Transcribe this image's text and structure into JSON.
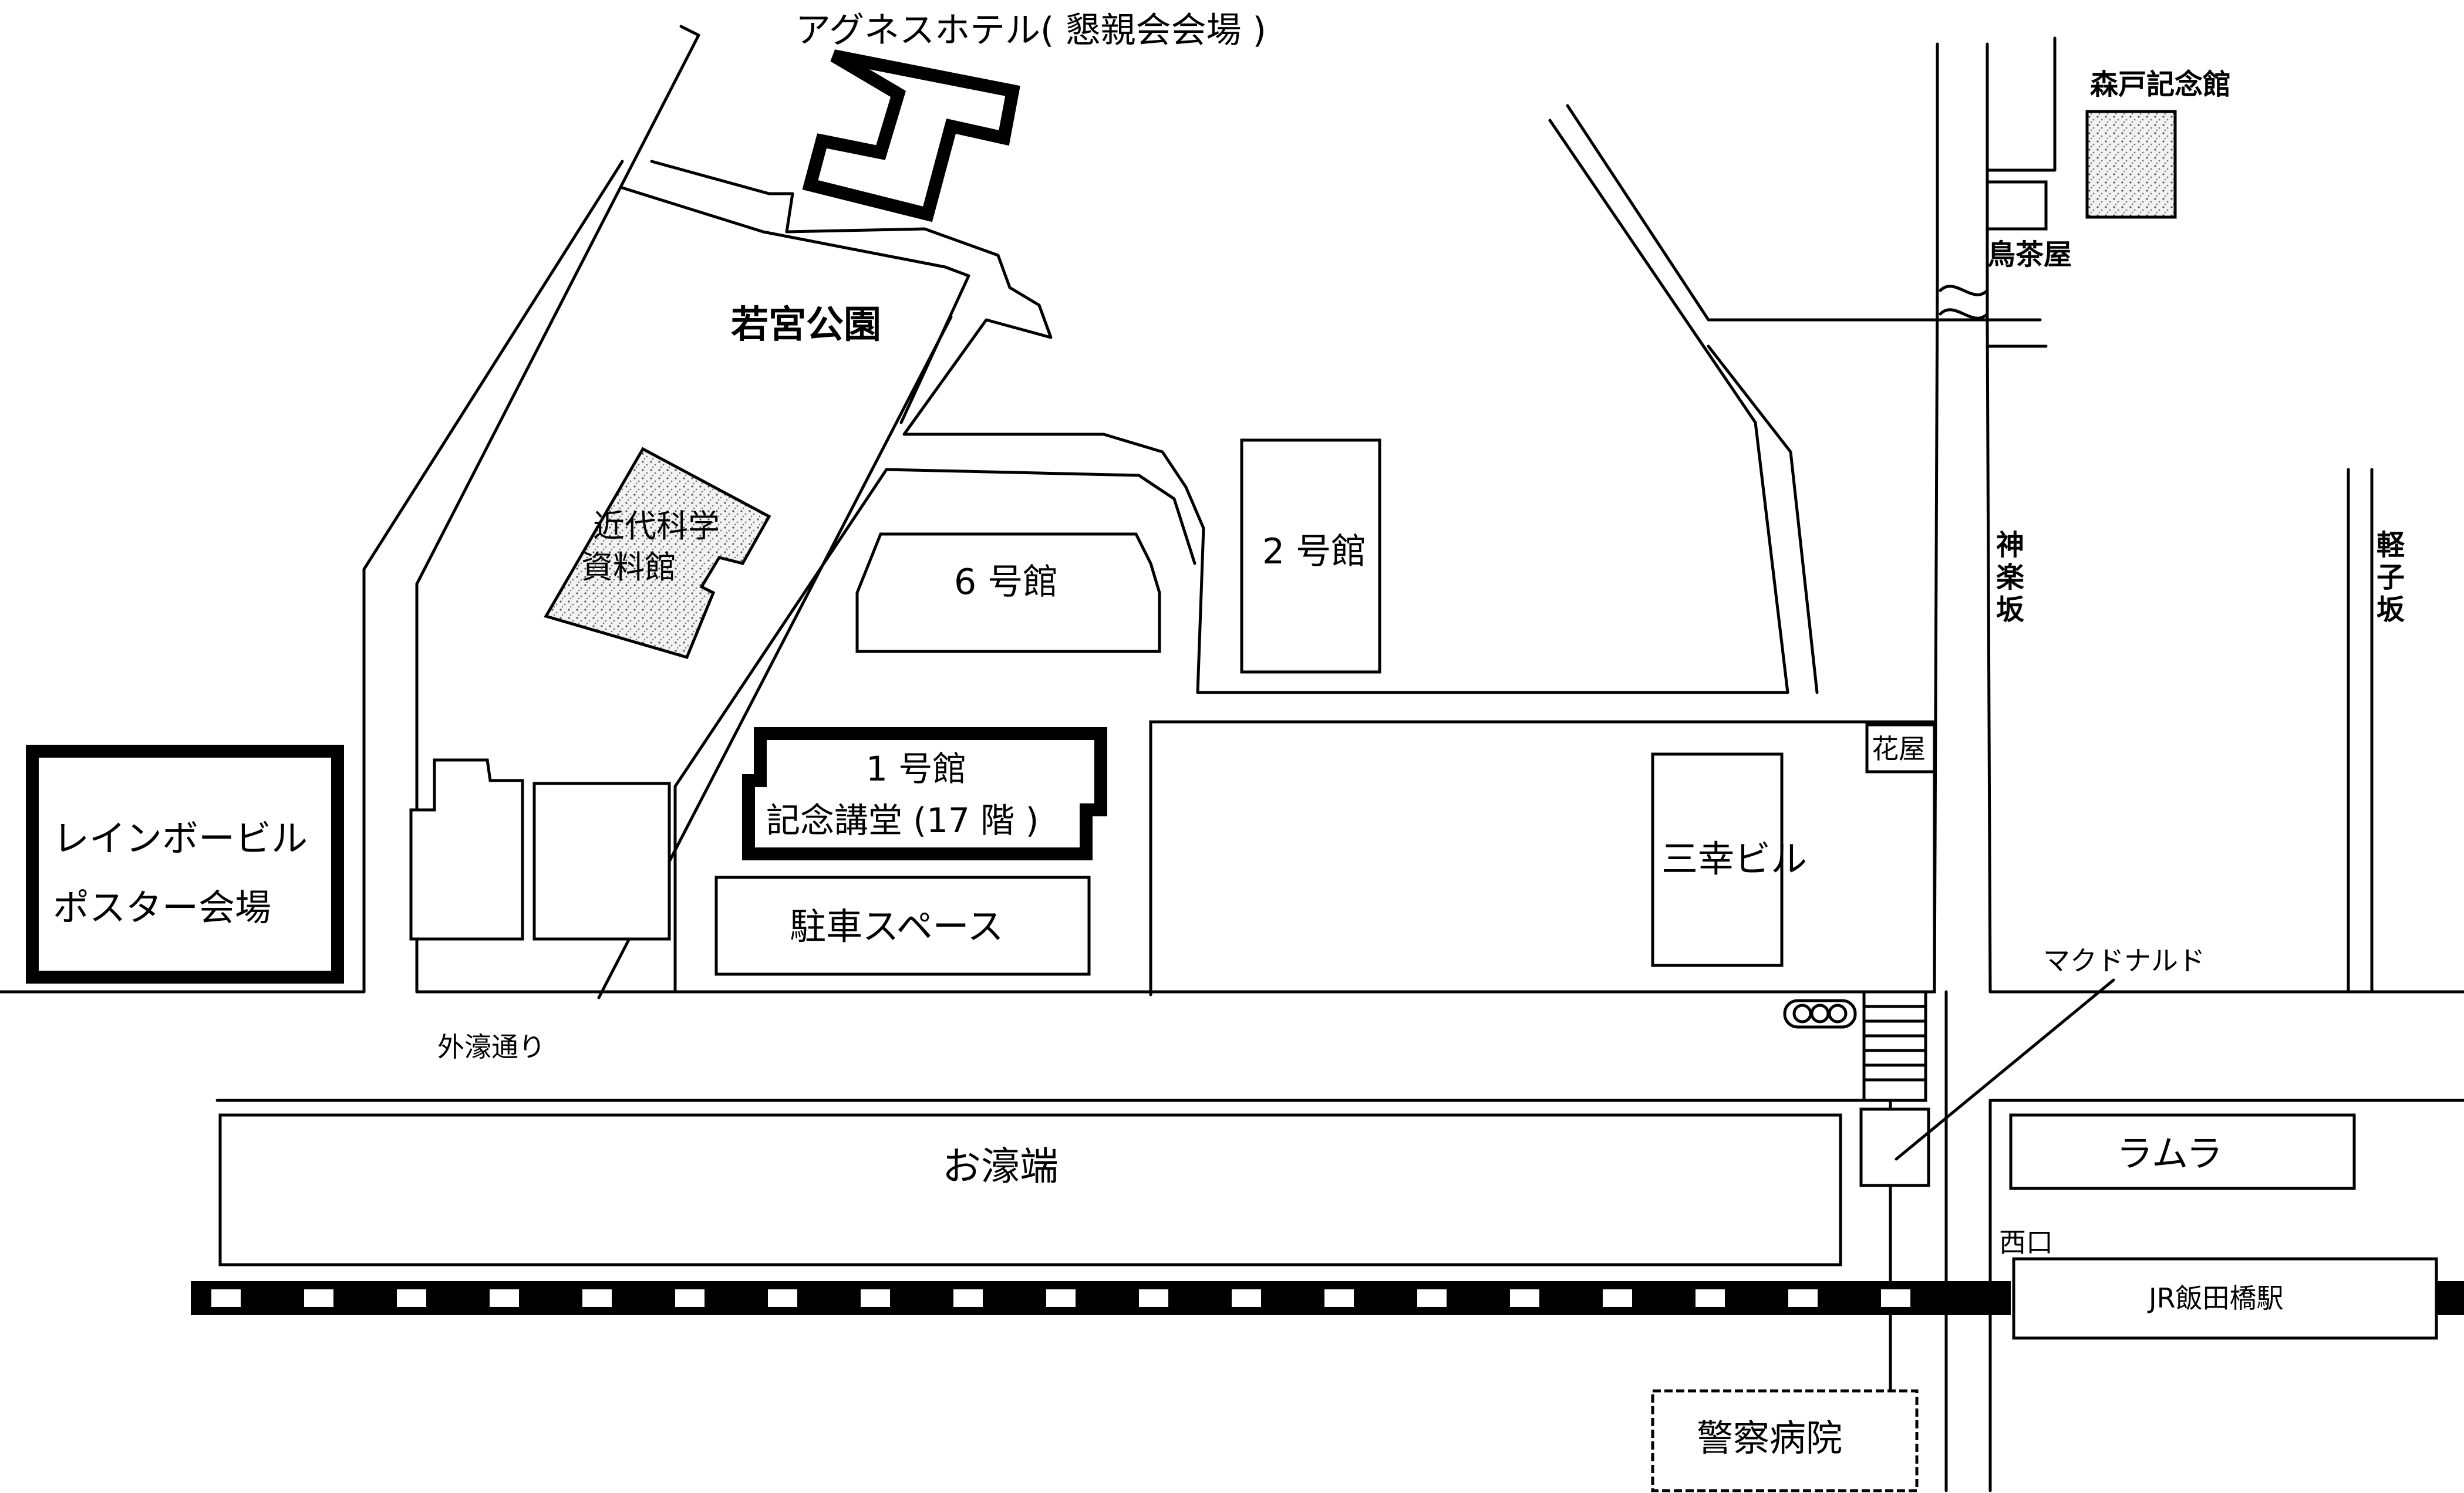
{
  "labels": {
    "agnes_hotel": "アグネスホテル( 懇親会会場 )",
    "wakamiya_park": "若宮公園",
    "kindai_kagaku_1": "近代科学",
    "kindai_kagaku_2": "資料館",
    "building6": "6 号館",
    "building2": "2 号館",
    "building1_1": "1 号館",
    "building1_2": "記念講堂 (17 階 )",
    "parking": "駐車スペース",
    "rainbow_1": "レインボービル",
    "rainbow_2": "ポスター会場",
    "sotobori_dori": "外濠通り",
    "ohoribata": "お濠端",
    "sanko_building": "三幸ビル",
    "flower_shop": "花屋",
    "mcdonalds": "マクドナルド",
    "ramura": "ラムラ",
    "nishiguchi": "西口",
    "jr_station": "JR飯田橋駅",
    "police_hospital": "警察病院",
    "morito_kinenkan": "森戸記念館",
    "torichaya": "鳥茶屋",
    "kagurazaka": [
      "神",
      "楽",
      "坂"
    ],
    "karukozaka": [
      "軽",
      "子",
      "坂"
    ]
  },
  "highlighted_venues": [
    "1 号館",
    "レインボービル",
    "アグネスホテル( 懇親会会場 )"
  ],
  "colors": {
    "ink": "#000000",
    "paper": "#ffffff",
    "rail_fill": "#000000"
  }
}
